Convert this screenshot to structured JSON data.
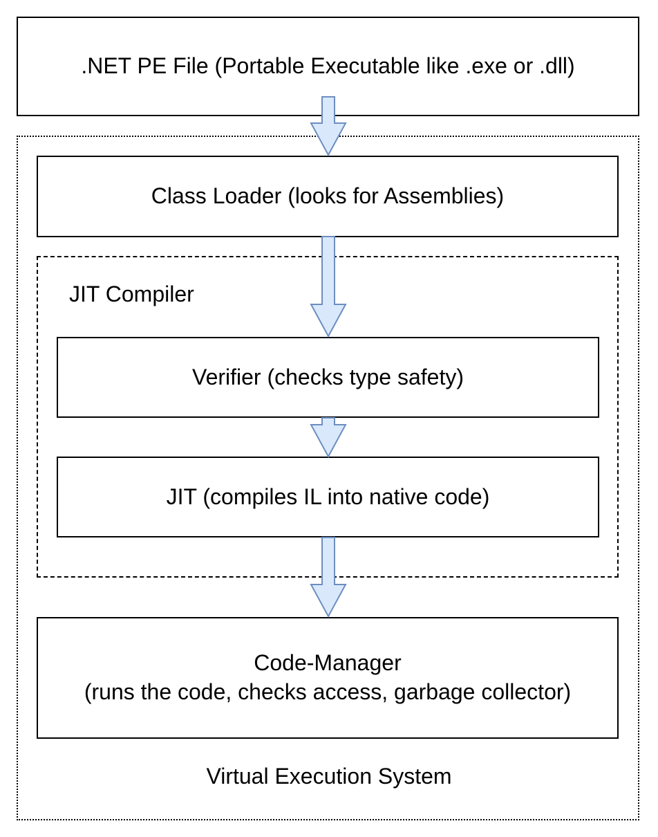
{
  "diagram": {
    "pe_file": ".NET PE File (Portable Executable like .exe or .dll)",
    "class_loader": "Class Loader (looks for Assemblies)",
    "jit_group_label": "JIT Compiler",
    "verifier": "Verifier (checks type safety)",
    "jit": "JIT (compiles IL into native code)",
    "code_manager": {
      "line1": "Code-Manager",
      "line2": "(runs the code, checks access, garbage collector)"
    },
    "ves_label": "Virtual Execution System"
  },
  "colors": {
    "arrow_fill": "#dae8fc",
    "arrow_stroke": "#6c8ebf",
    "border": "#000000"
  },
  "icons": [
    "down-arrow-icon"
  ]
}
